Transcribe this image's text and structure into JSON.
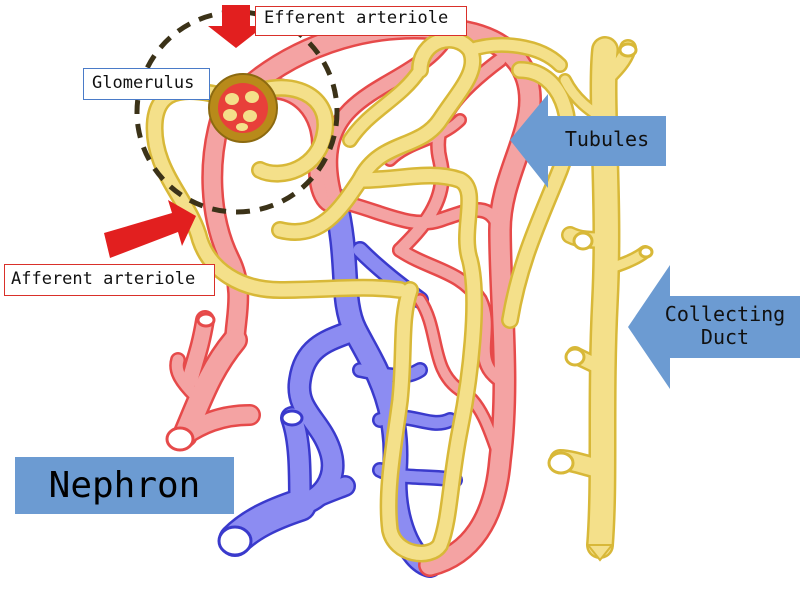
{
  "labels": {
    "efferent_arteriole": "Efferent arteriole",
    "glomerulus": "Glomerulus",
    "afferent_arteriole": "Afferent arteriole",
    "tubules": "Tubules",
    "collecting_duct_line1": "Collecting",
    "collecting_duct_line2": "Duct",
    "nephron": "Nephron"
  },
  "colors": {
    "artery_fill": "#f4a3a3",
    "artery_stroke": "#e64a4a",
    "vein_fill": "#8c8cf2",
    "vein_stroke": "#3a3acc",
    "tubule_fill": "#f4e08a",
    "tubule_stroke": "#d8b838",
    "arrow_red": "#e21f1f",
    "arrow_blue": "#6c9bd2",
    "circle_dash": "#3b3218"
  }
}
